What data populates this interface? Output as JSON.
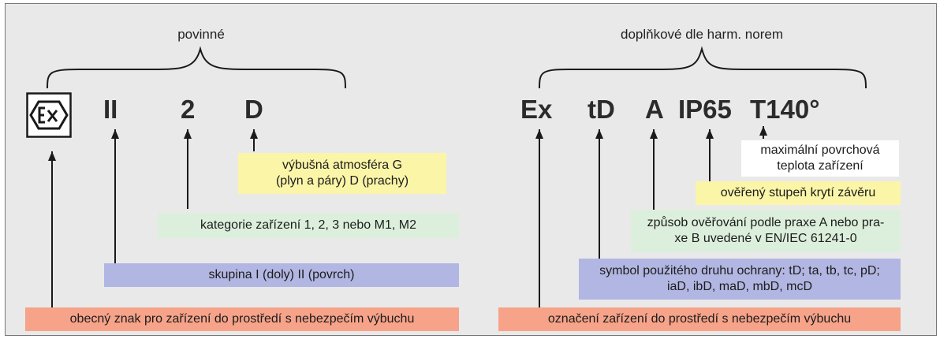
{
  "labels": {
    "mandatory": "povinné",
    "additional": "doplňkové dle harm. norem"
  },
  "symbols": {
    "group": "II",
    "category": "2",
    "atmosphere": "D",
    "ex": "Ex",
    "protection": "tD",
    "practice": "A",
    "ip": "IP65",
    "temperature": "T140°"
  },
  "descriptions": {
    "atmosphere": "výbušná atmosféra G\n(plyn a páry) D (prachy)",
    "category": "kategorie zařízení 1, 2, 3 nebo M1, M2",
    "group": "skupina I (doly) II (povrch)",
    "general": "obecný znak pro zařízení do prostředí s nebezpečím výbuchu",
    "max_temp": "maximální povrchová\nteplota zařízení",
    "ip": "ověřený stupeň krytí závěru",
    "practice": "způsob ověřování podle praxe A nebo pra-\nxe B uvedené v EN/IEC 61241-0",
    "protection": "symbol použitého druhu ochrany: tD; ta, tb, tc, pD;\niaD, ibD, maD, mbD, mcD",
    "marking": "označení zařízení do prostředí s nebezpečím výbuchu"
  },
  "colors": {
    "yellow": "#fbf5a8",
    "green": "#dcefdc",
    "blue": "#b2b6e2",
    "salmon": "#f6a38a",
    "white": "#ffffff",
    "background": "#e9e9e9"
  }
}
